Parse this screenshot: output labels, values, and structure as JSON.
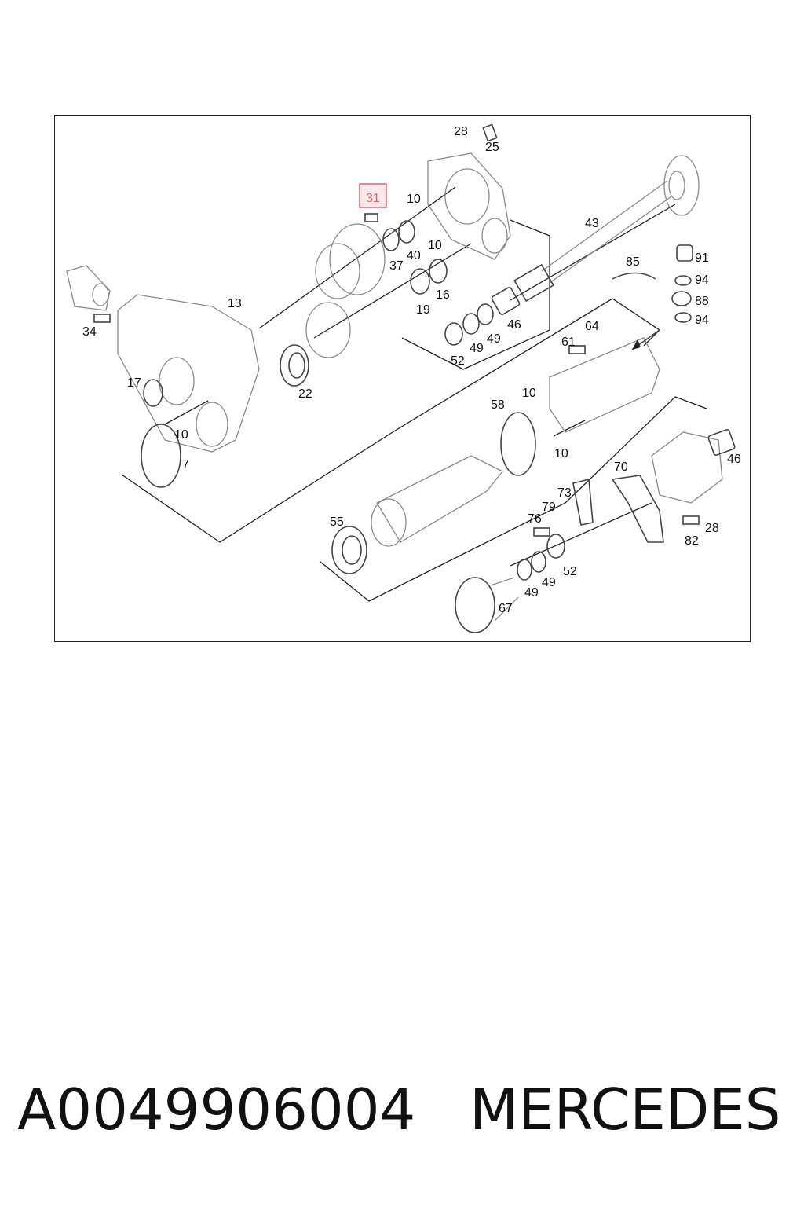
{
  "diagram": {
    "callouts": [
      "28",
      "25",
      "31",
      "10",
      "10",
      "40",
      "37",
      "43",
      "91",
      "94",
      "88",
      "94",
      "85",
      "13",
      "16",
      "19",
      "46",
      "49",
      "49",
      "52",
      "64",
      "61",
      "34",
      "17",
      "22",
      "10",
      "58",
      "10",
      "10",
      "7",
      "46",
      "70",
      "73",
      "79",
      "76",
      "28",
      "82",
      "55",
      "52",
      "49",
      "49",
      "67"
    ],
    "highlighted_callout": "31",
    "highlight_color": "#e06070"
  },
  "footer": {
    "part_number": "A0049906004",
    "brand": "MERCEDES"
  }
}
